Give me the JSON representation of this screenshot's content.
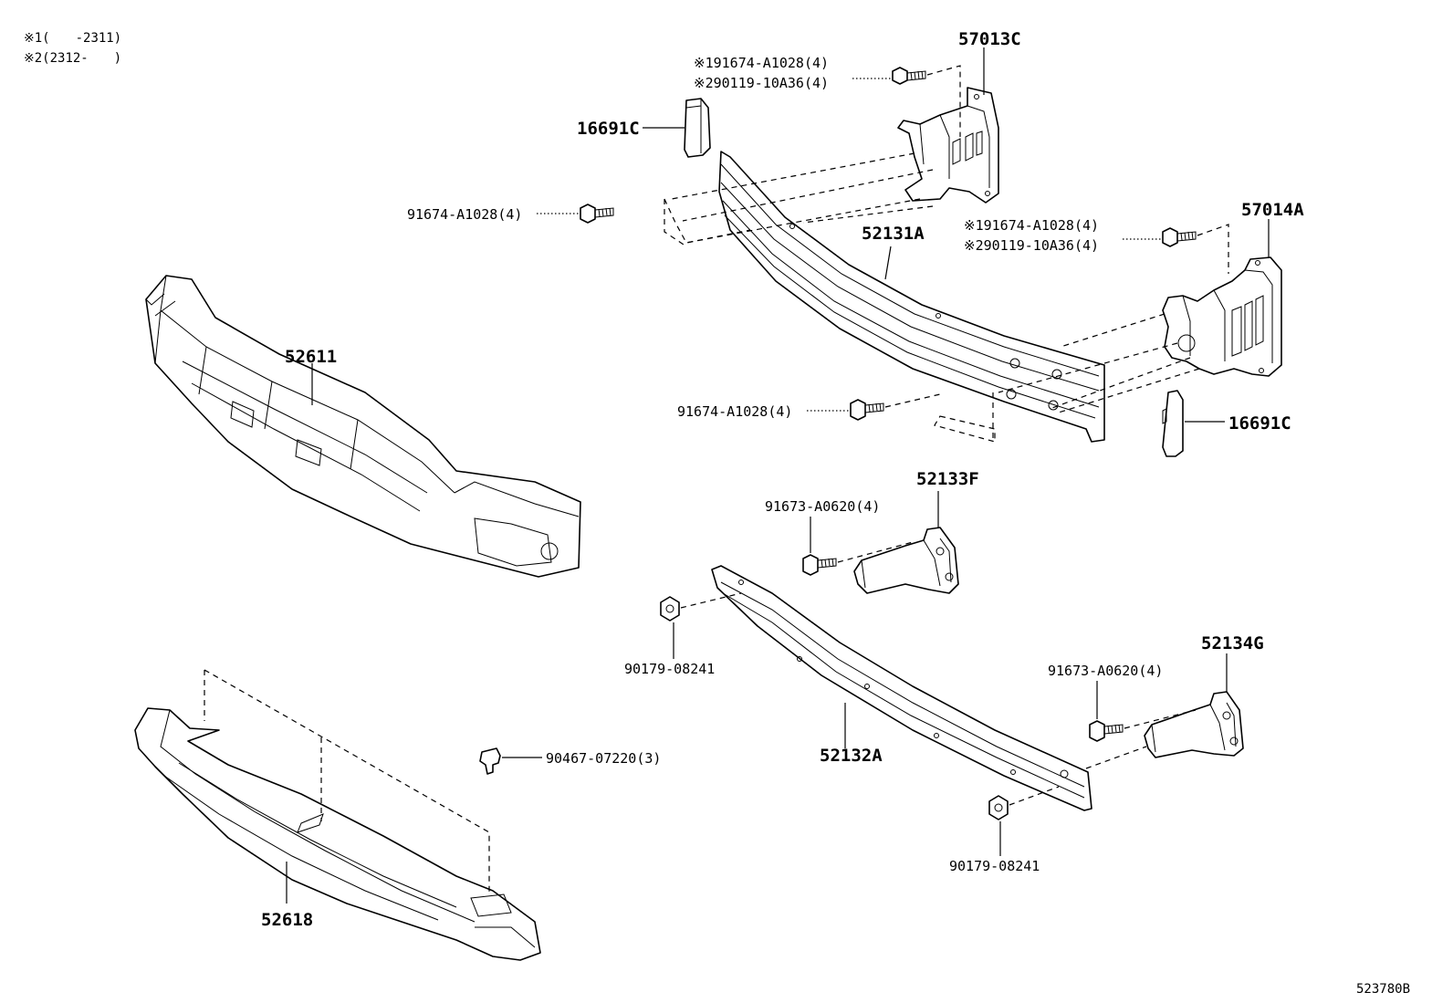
{
  "legend": {
    "note1": "※1(　　-2311)",
    "note2": "※2(2312-　　)"
  },
  "labels": {
    "bracket_upper_right": "57013C",
    "bracket_lower_right": "57014A",
    "bolt_upper_alt1": "※191674-A1028(4)",
    "bolt_upper_alt2": "※290119-10A36(4)",
    "bolt_mid_alt1": "※191674-A1028(4)",
    "bolt_mid_alt2": "※290119-10A36(4)",
    "pad_upper": "16691C",
    "pad_lower": "16691C",
    "bolt_reinf_upper": "91674-A1028(4)",
    "bolt_reinf_lower": "91674-A1028(4)",
    "reinforcement": "52131A",
    "absorber": "52611",
    "extension_upper": "52133F",
    "extension_lower": "52134G",
    "bolt_ext_upper": "91673-A0620(4)",
    "bolt_ext_lower": "91673-A0620(4)",
    "nut_upper": "90179-08241",
    "nut_lower": "90179-08241",
    "lower_reinforcement": "52132A",
    "clip": "90467-07220(3)",
    "lower_absorber": "52618",
    "figure_code": "523780B"
  }
}
